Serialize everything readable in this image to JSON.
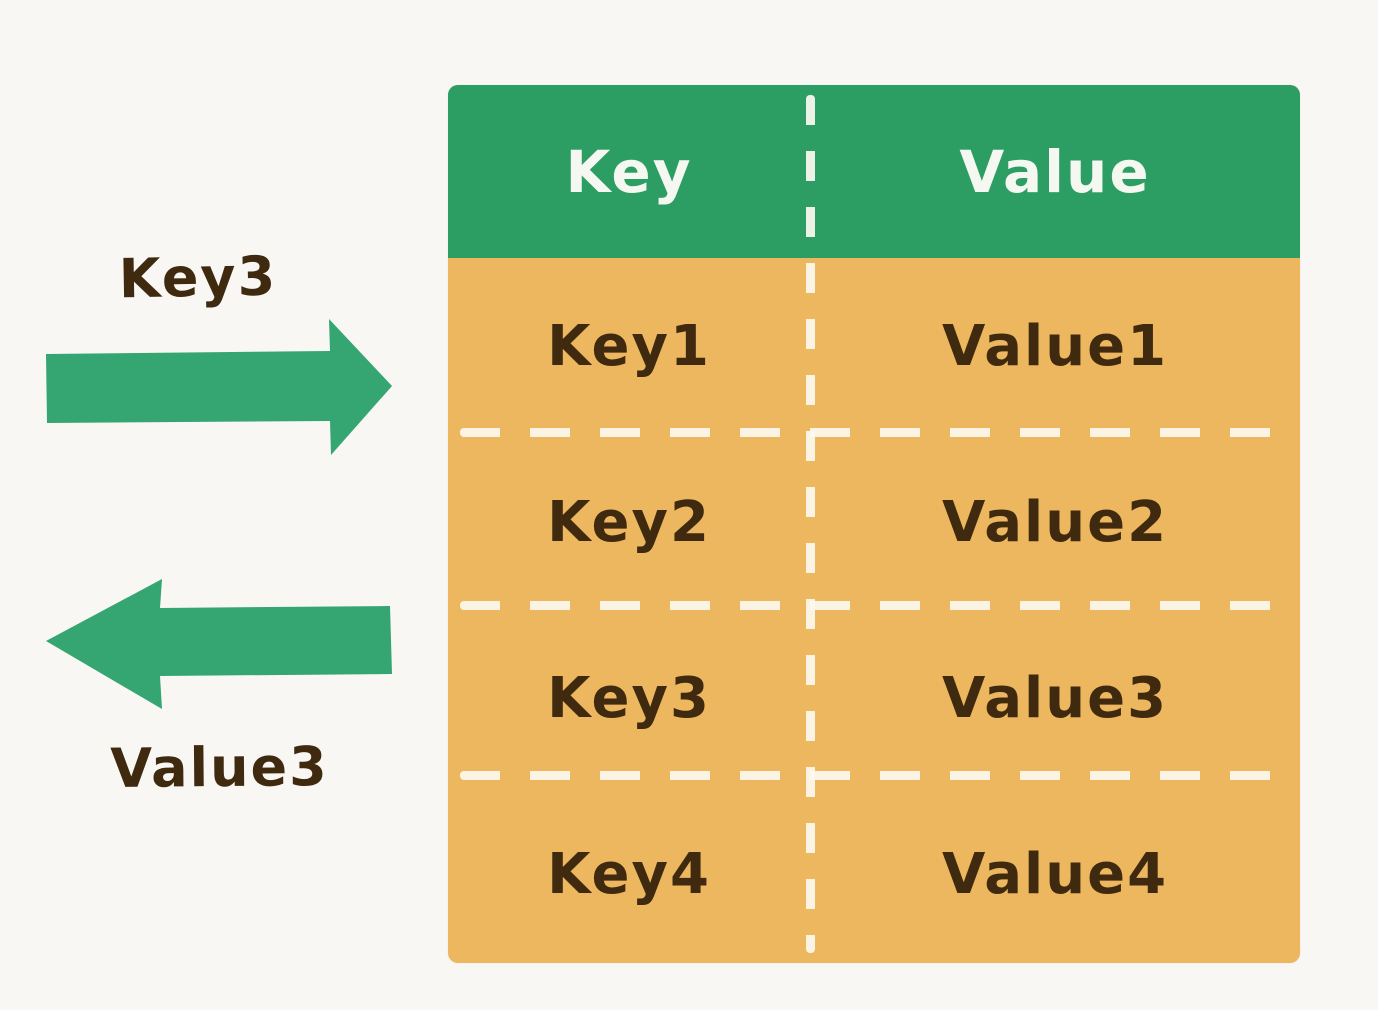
{
  "table": {
    "header": {
      "key": "Key",
      "value": "Value"
    },
    "rows": [
      {
        "key": "Key1",
        "value": "Value1"
      },
      {
        "key": "Key2",
        "value": "Value2"
      },
      {
        "key": "Key3",
        "value": "Value3"
      },
      {
        "key": "Key4",
        "value": "Value4"
      }
    ]
  },
  "annotations": {
    "input_key": "Key3",
    "output_value": "Value3"
  },
  "colors": {
    "bg": "#f8f7f4",
    "header-green": "#2d9e63",
    "arrow-green": "#35a572",
    "body-orange": "#edb75f",
    "ink-brown": "#3f2a10",
    "header-text": "#f4f8f1"
  }
}
